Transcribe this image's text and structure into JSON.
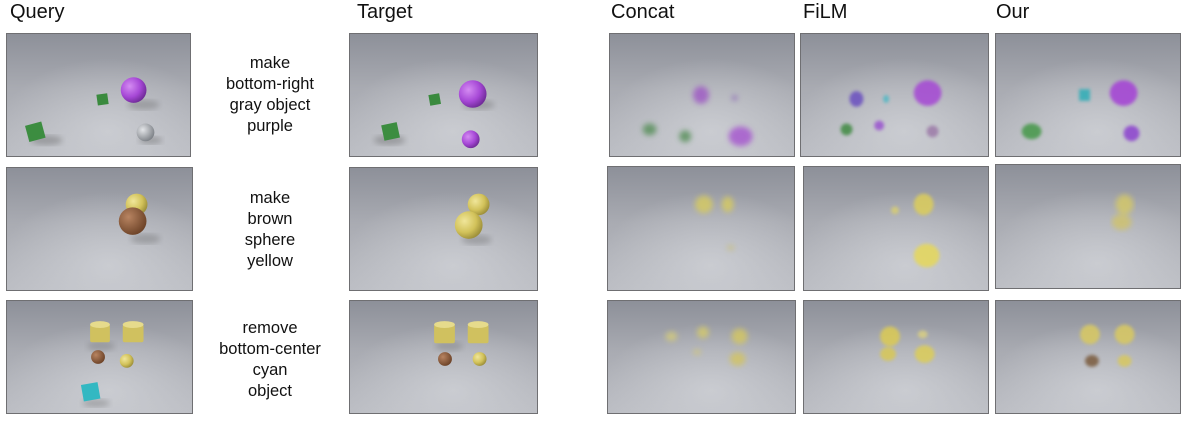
{
  "headers": {
    "query": "Query",
    "target": "Target",
    "concat": "Concat",
    "film": "FiLM",
    "our": "Our"
  },
  "rows": [
    {
      "instruction": [
        "make",
        "bottom-right",
        "gray object",
        "purple"
      ]
    },
    {
      "instruction": [
        "make",
        "brown",
        "sphere",
        "yellow"
      ]
    },
    {
      "instruction": [
        "remove",
        "bottom-center",
        "cyan",
        "object"
      ]
    }
  ],
  "colors": {
    "purple": "#a648d6",
    "green": "#3c8a3e",
    "gray": "#9a9ea4",
    "yellow": "#d9c95a",
    "brown": "#8a5a38",
    "cyan": "#33b8c2"
  }
}
